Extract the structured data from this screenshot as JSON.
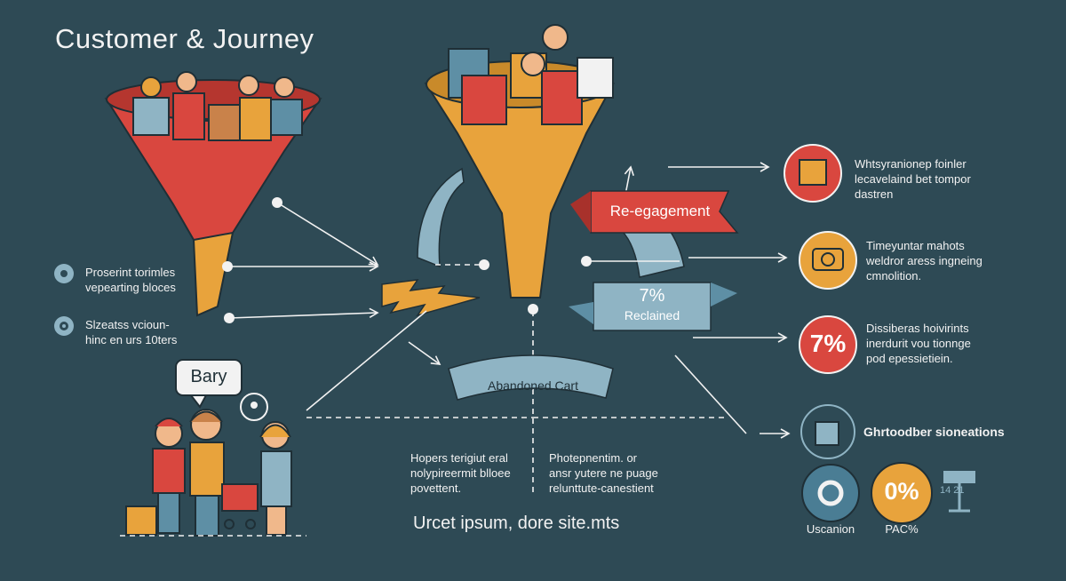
{
  "title": "Customer & Journey",
  "left_bullets": [
    {
      "icon": "info-icon",
      "line1": "Proserint torimles",
      "line2": "vepearting bloces"
    },
    {
      "icon": "target-icon",
      "line1": "Slzeatss vcioun-",
      "line2": "hinc en urs 10ters"
    }
  ],
  "speech_bubble": "Bary",
  "reengagement_label": "Re-egagement",
  "reclaimed": {
    "pct": "7%",
    "label": "Reclained"
  },
  "abandoned_label": "Abandoned Cart",
  "bottom_notes": [
    {
      "line1": "Hopers terigiut eral",
      "line2": "nolypireermit blloee",
      "line3": "povettent."
    },
    {
      "line1": "Photepnentim. or",
      "line2": "ansr yutere ne puage",
      "line3": "relunttute-canestient"
    }
  ],
  "bottom_caption": "Urcet ipsum, dore site.mts",
  "right_items": [
    {
      "icon": "shopping-bags-icon",
      "line1": "Whtsyranionep foinler",
      "line2": "lecavelaind bet tompor",
      "line3": "dastren",
      "color": "#d9473f"
    },
    {
      "icon": "camera-icon",
      "line1": "Timeyuntar mahots",
      "line2": "weldror aress ingneing",
      "line3": "cmnolition.",
      "color": "#e8a33c"
    },
    {
      "value": "7%",
      "line1": "Dissiberas hoivirints",
      "line2": "inerdurit vou tionnge",
      "line3": "pod epessietiein.",
      "color": "#d9473f"
    },
    {
      "icon": "shopping-bag-icon",
      "line1": "Ghrtoodber sioneations",
      "color": "#5e8fa5"
    }
  ],
  "bottom_circles": [
    {
      "icon": "ring-icon",
      "label": "Uscanion",
      "color": "#4a7d94"
    },
    {
      "value": "0%",
      "label": "PAC%",
      "color": "#e8a33c"
    }
  ],
  "signpost_text": "14 21",
  "colors": {
    "background": "#2e4a55",
    "red": "#d9473f",
    "orange": "#e8a33c",
    "blue": "#8fb4c4",
    "dark": "#263f49"
  }
}
